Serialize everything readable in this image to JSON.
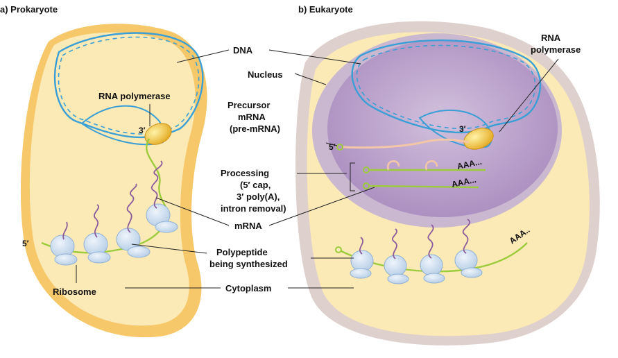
{
  "panels": {
    "prokaryote_title": "a) Prokaryote",
    "eukaryote_title": "b) Eukaryote"
  },
  "labels": {
    "dna": "DNA",
    "nucleus": "Nucleus",
    "rna_polymerase_left": "RNA polymerase",
    "rna_polymerase_right": [
      "RNA",
      "polymerase"
    ],
    "precursor_mrna": [
      "Precursor",
      "mRNA",
      "(pre-mRNA)"
    ],
    "processing": [
      "Processing",
      "(5′ cap,",
      "3′ poly(A),",
      "intron removal)"
    ],
    "mrna": "mRNA",
    "polypeptide": [
      "Polypeptide",
      "being synthesized"
    ],
    "ribosome": "Ribosome",
    "cytoplasm": "Cytoplasm"
  },
  "ends": {
    "five_prime": "5′",
    "three_prime": "3′",
    "polya_1": "AAA...",
    "polya_2": "AAA...",
    "polya_3": "AAA.."
  },
  "colors": {
    "cytoplasm": "#fbe9b6",
    "cell_edge": "#f2c870",
    "euk_wall": "#ded0cc",
    "nucleus": "#b89cca",
    "dna": "#3a9fd6",
    "mrna": "#9ccb3c",
    "pre_mrna": "#f3c6a8",
    "polymerase": "#f0c23a",
    "ribosome": "#c9dcef",
    "polypeptide": "#8b5a9c"
  }
}
